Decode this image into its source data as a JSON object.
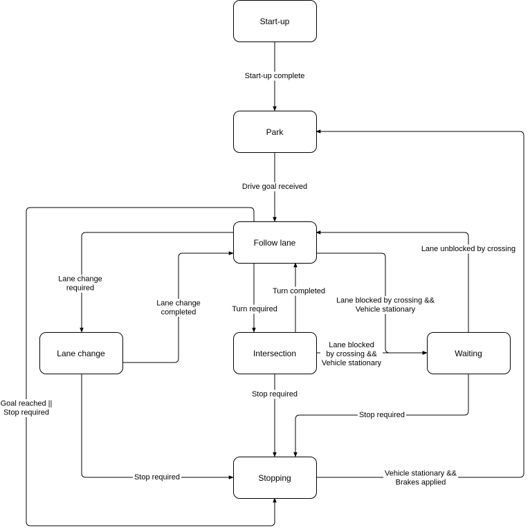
{
  "states": {
    "startup": "Start-up",
    "park": "Park",
    "follow_lane": "Follow lane",
    "lane_change": "Lane change",
    "intersection": "Intersection",
    "waiting": "Waiting",
    "stopping": "Stopping"
  },
  "transitions": {
    "startup_complete": [
      "Start-up complete"
    ],
    "drive_goal_received": [
      "Drive goal received"
    ],
    "lane_change_required": [
      "Lane change",
      "required"
    ],
    "lane_change_completed": [
      "Lane change",
      "completed"
    ],
    "turn_required": [
      "Turn required"
    ],
    "turn_completed": [
      "Turn completed"
    ],
    "lane_blocked_follow": [
      "Lane blocked by crossing &&",
      "Vehicle stationary"
    ],
    "lane_blocked_intersection": [
      "Lane blocked",
      "by crossing &&",
      "Vehicle stationary"
    ],
    "lane_unblocked": [
      "Lane unblocked by crossing"
    ],
    "stop_required_intersection": [
      "Stop required"
    ],
    "stop_required_waiting": [
      "Stop required"
    ],
    "stop_required_lane_change": [
      "Stop required"
    ],
    "goal_reached": [
      "Goal reached ||",
      "Stop required"
    ],
    "vehicle_stationary_brakes": [
      "Vehicle stationary &&",
      "Brakes applied"
    ]
  }
}
